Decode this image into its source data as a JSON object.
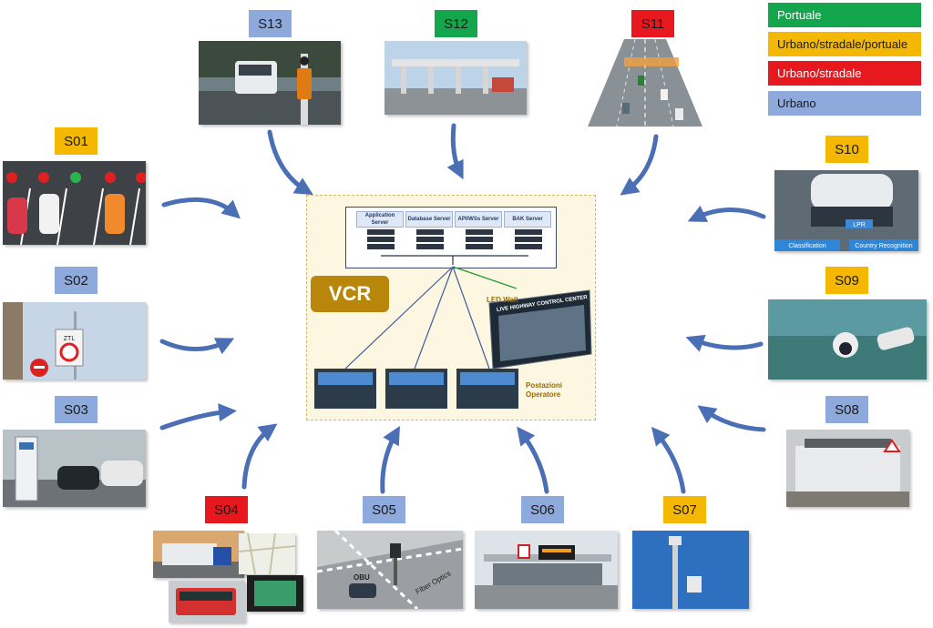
{
  "legend": [
    {
      "label": "Portuale",
      "color": "#14a64c"
    },
    {
      "label": "Urbano/stradale/portuale",
      "color": "#f5b800"
    },
    {
      "label": "Urbano/stradale",
      "color": "#e8191e"
    },
    {
      "label": "Urbano",
      "color": "#8ea9dc"
    }
  ],
  "scenarios": [
    {
      "id": "S01",
      "category": "Urbano/stradale/portuale",
      "color": "#f5b800"
    },
    {
      "id": "S02",
      "category": "Urbano",
      "color": "#8ea9dc"
    },
    {
      "id": "S03",
      "category": "Urbano",
      "color": "#8ea9dc"
    },
    {
      "id": "S04",
      "category": "Urbano/stradale",
      "color": "#e8191e"
    },
    {
      "id": "S05",
      "category": "Urbano",
      "color": "#8ea9dc"
    },
    {
      "id": "S06",
      "category": "Urbano",
      "color": "#8ea9dc"
    },
    {
      "id": "S07",
      "category": "Urbano/stradale/portuale",
      "color": "#f5b800"
    },
    {
      "id": "S08",
      "category": "Urbano",
      "color": "#8ea9dc"
    },
    {
      "id": "S09",
      "category": "Urbano/stradale/portuale",
      "color": "#f5b800"
    },
    {
      "id": "S10",
      "category": "Urbano/stradale/portuale",
      "color": "#f5b800"
    },
    {
      "id": "S11",
      "category": "Urbano/stradale",
      "color": "#e8191e"
    },
    {
      "id": "S12",
      "category": "Portuale",
      "color": "#14a64c"
    },
    {
      "id": "S13",
      "category": "Urbano",
      "color": "#8ea9dc"
    }
  ],
  "center": {
    "title": "VCR",
    "servers": [
      "Application Server",
      "Database Server",
      "API/WSs Server",
      "BAK Server"
    ],
    "led_wall_label": "LED Wall",
    "led_wall_screen_title": "LIVE HIGHWAY CONTROL CENTER",
    "operators_label": "Postazioni Operatore"
  },
  "photo_text": {
    "s10_lpr": "LPR",
    "s10_classification": "Classification",
    "s10_country": "Country Recognition",
    "s05_obu": "OBU",
    "s05_fiber": "Fiber Optics",
    "s02_sign": "ZTL"
  },
  "colors": {
    "arrow": "#4a6fb5",
    "vcr_badge": "#b8860b",
    "connector": "#3b5ea0",
    "green_link": "#2a9d3a"
  }
}
